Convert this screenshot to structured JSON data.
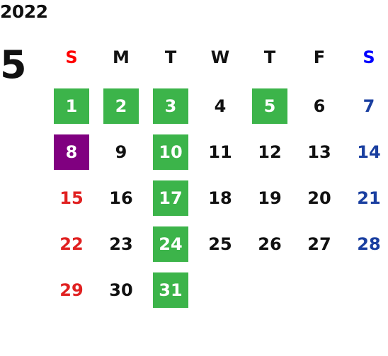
{
  "year": "2022",
  "month": "5",
  "colors": {
    "sunday": "#e02020",
    "saturday": "#1a3fa0",
    "weekday": "#111111",
    "highlight_green": "#3cb44a",
    "highlight_purple": "#800080",
    "header_sunday": "#ff0000",
    "header_saturday": "#0000ff"
  },
  "weekdays": [
    "S",
    "M",
    "T",
    "W",
    "T",
    "F",
    "S"
  ],
  "first_weekday_index": 0,
  "days": [
    {
      "label": "1",
      "highlight": "green"
    },
    {
      "label": "2",
      "highlight": "green"
    },
    {
      "label": "3",
      "highlight": "green"
    },
    {
      "label": "4",
      "highlight": ""
    },
    {
      "label": "5",
      "highlight": "green"
    },
    {
      "label": "6",
      "highlight": ""
    },
    {
      "label": "7",
      "highlight": ""
    },
    {
      "label": "8",
      "highlight": "purple"
    },
    {
      "label": "9",
      "highlight": ""
    },
    {
      "label": "10",
      "highlight": "green"
    },
    {
      "label": "11",
      "highlight": ""
    },
    {
      "label": "12",
      "highlight": ""
    },
    {
      "label": "13",
      "highlight": ""
    },
    {
      "label": "14",
      "highlight": ""
    },
    {
      "label": "15",
      "highlight": ""
    },
    {
      "label": "16",
      "highlight": ""
    },
    {
      "label": "17",
      "highlight": "green"
    },
    {
      "label": "18",
      "highlight": ""
    },
    {
      "label": "19",
      "highlight": ""
    },
    {
      "label": "20",
      "highlight": ""
    },
    {
      "label": "21",
      "highlight": ""
    },
    {
      "label": "22",
      "highlight": ""
    },
    {
      "label": "23",
      "highlight": ""
    },
    {
      "label": "24",
      "highlight": "green"
    },
    {
      "label": "25",
      "highlight": ""
    },
    {
      "label": "26",
      "highlight": ""
    },
    {
      "label": "27",
      "highlight": ""
    },
    {
      "label": "28",
      "highlight": ""
    },
    {
      "label": "29",
      "highlight": ""
    },
    {
      "label": "30",
      "highlight": ""
    },
    {
      "label": "31",
      "highlight": "green"
    }
  ]
}
